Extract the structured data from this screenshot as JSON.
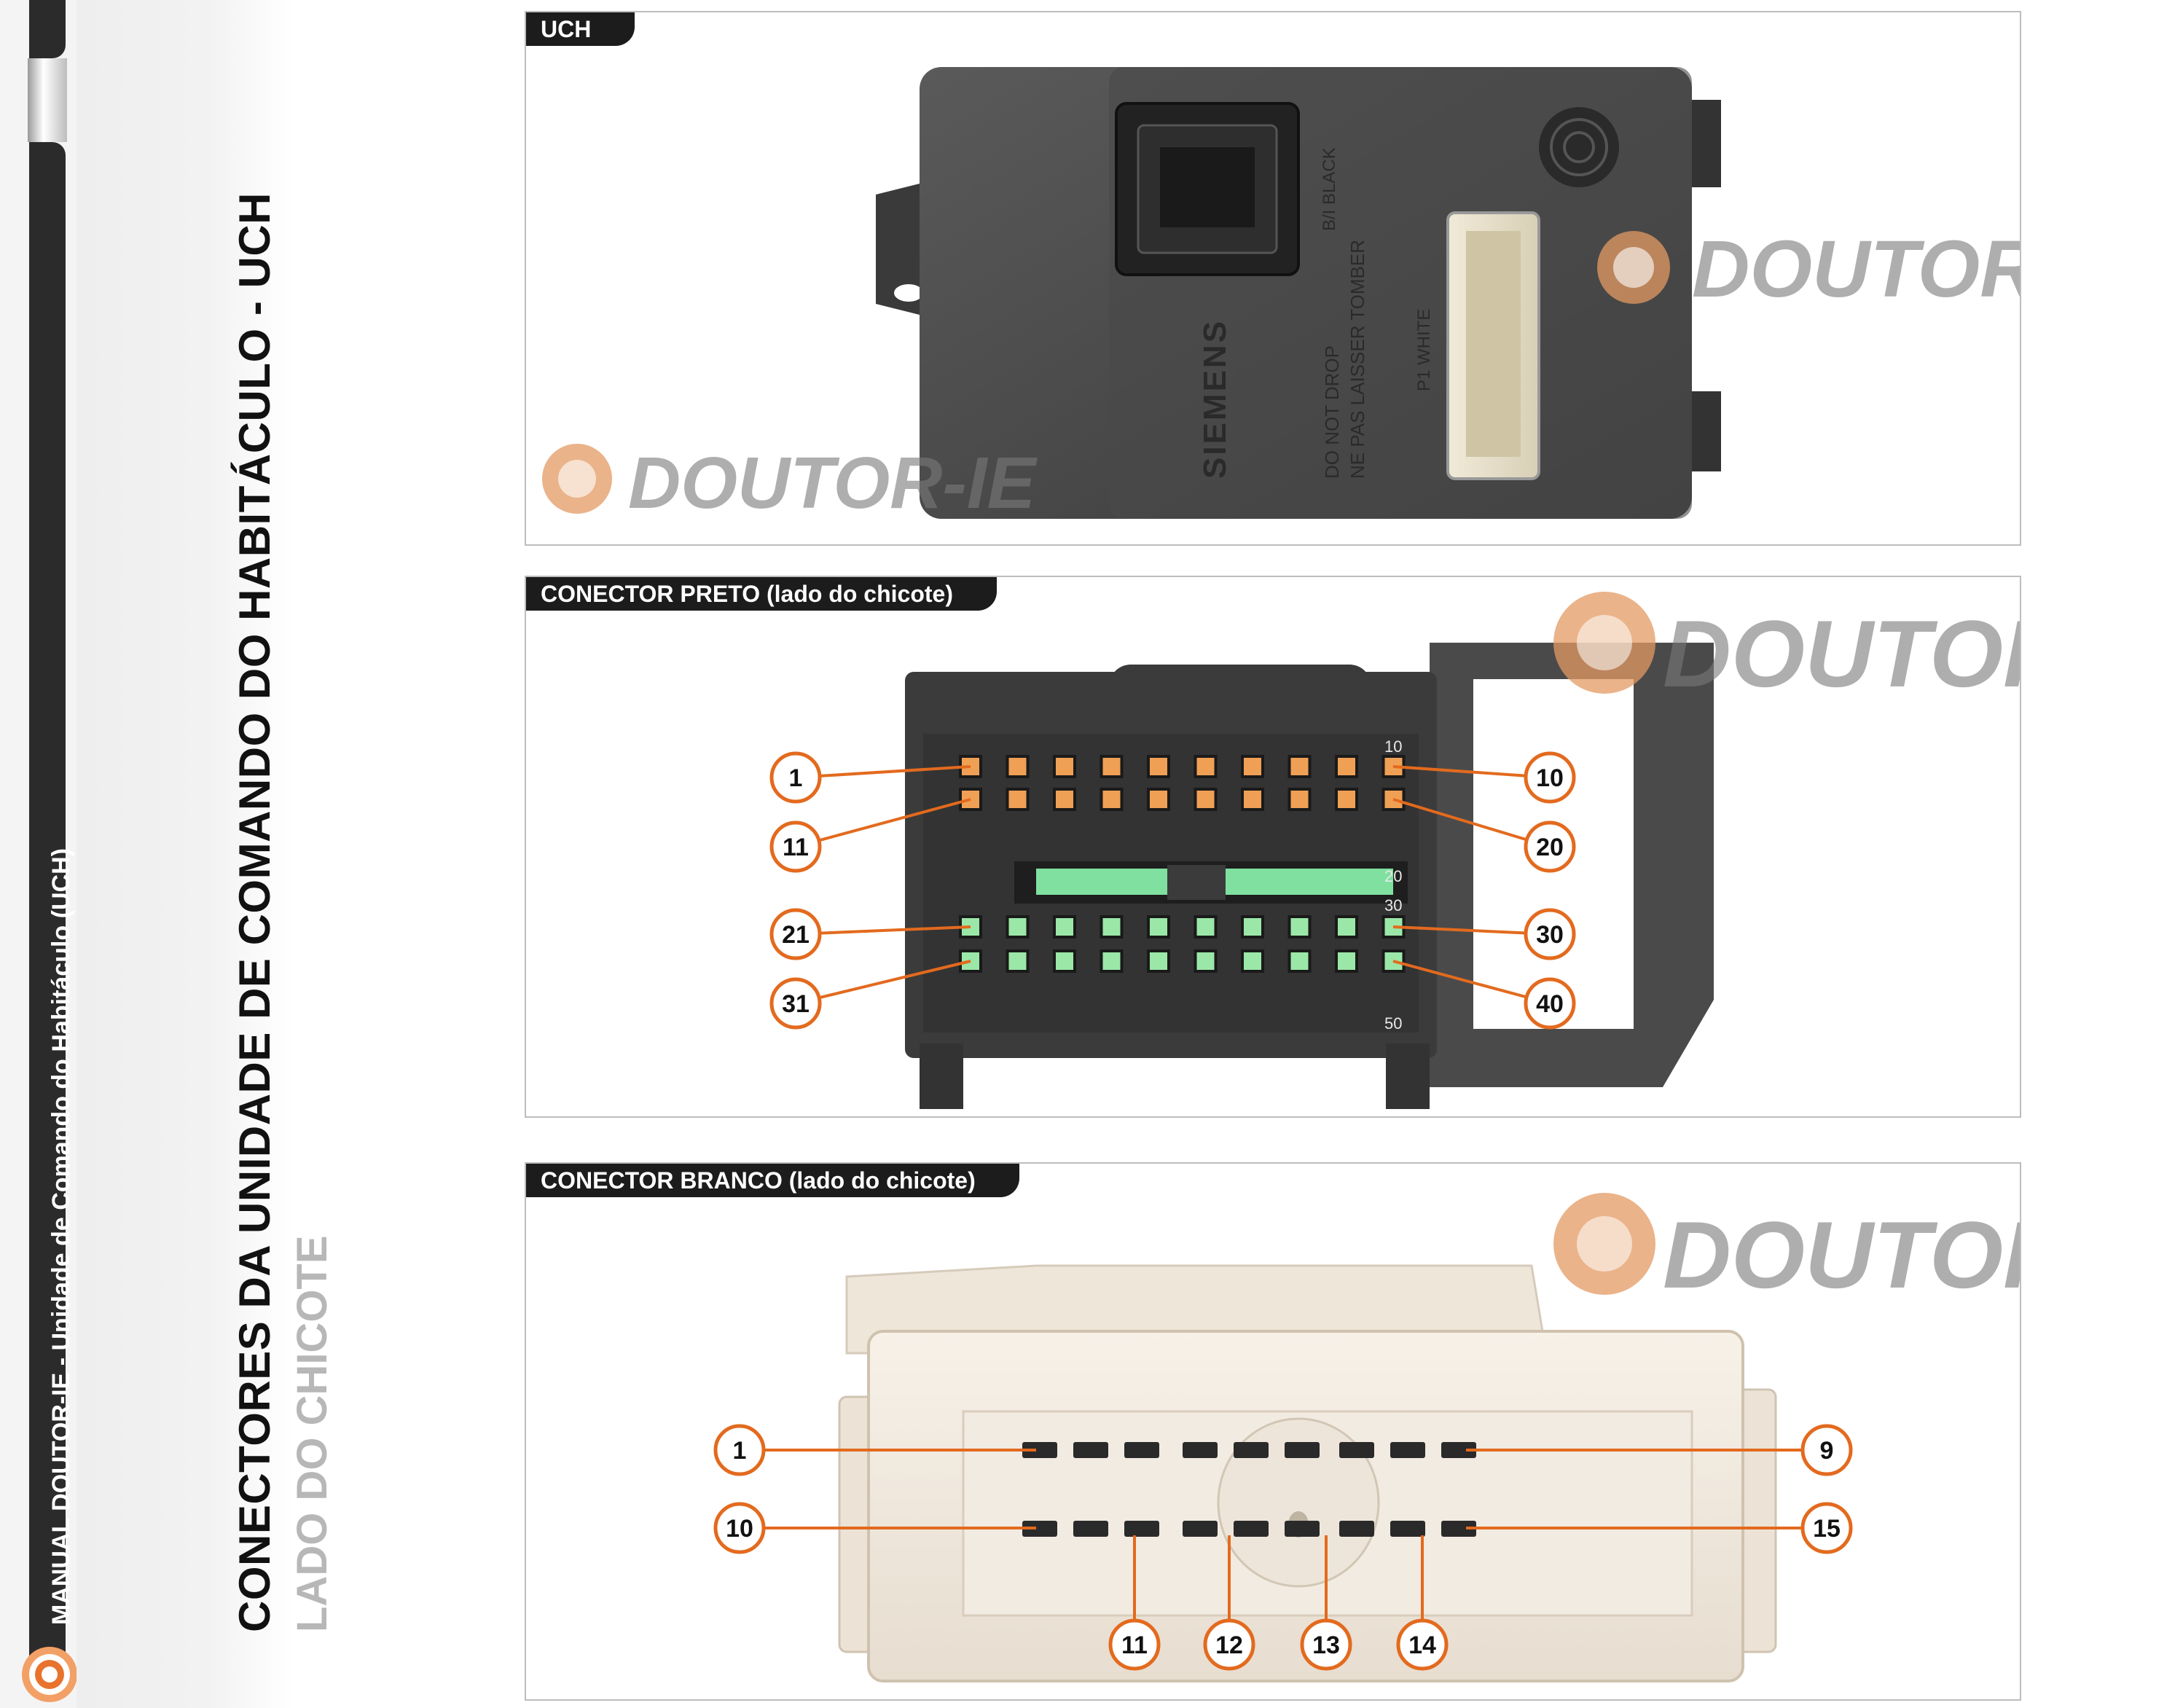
{
  "sidebar": {
    "manual_text": "MANUAL DOUTOR-IE - Unidade de Comando do Habitáculo (UCH)",
    "title": "CONECTORES DA UNIDADE DE COMANDO DO HABITÁCULO - UCH",
    "subtitle": "LADO DO CHICOTE"
  },
  "watermark": {
    "text": "DOUTOR-IE"
  },
  "panel_uch": {
    "tab": "UCH",
    "module_labels": {
      "brand": "SIEMENS",
      "warn1": "DO NOT DROP",
      "warn2": "NE PAS LAISSER TOMBER",
      "black": "B/I BLACK",
      "white": "P1 WHITE"
    }
  },
  "panel_preto": {
    "tab": "CONECTOR PRETO (lado do chicote)",
    "callouts": [
      "1",
      "11",
      "21",
      "31",
      "10",
      "20",
      "30",
      "40"
    ],
    "body_marks": [
      "10",
      "20",
      "30",
      "50"
    ]
  },
  "panel_branco": {
    "tab": "CONECTOR BRANCO (lado do chicote)",
    "callouts": [
      "1",
      "10",
      "9",
      "15",
      "11",
      "12",
      "13",
      "14"
    ]
  },
  "colors": {
    "accent_orange": "#e36a1e",
    "tab_bg": "#1c1c1c",
    "pin_orange": "#f0a055",
    "pin_green": "#9be7a8"
  }
}
